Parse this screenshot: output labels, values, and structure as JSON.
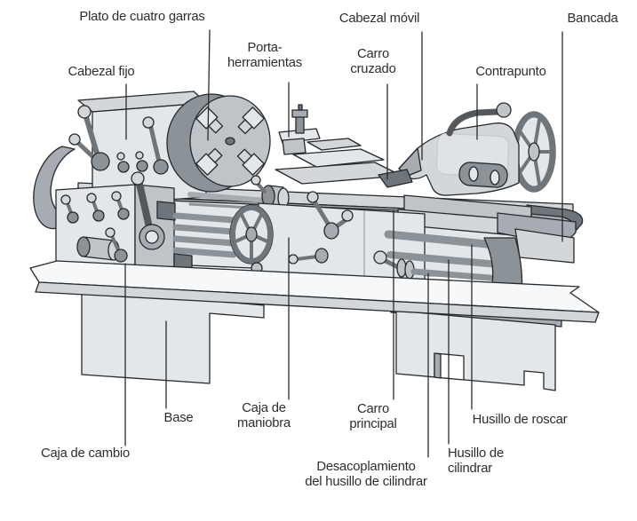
{
  "diagram": {
    "labels": {
      "plato_cuatro_garras": "Plato de cuatro garras",
      "cabezal_fijo": "Cabezal fijo",
      "portaherramientas": "Porta-\nherramientas",
      "cabezal_movil": "Cabezal móvil",
      "carro_cruzado": "Carro\ncruzado",
      "contrapunto": "Contrapunto",
      "bancada": "Bancada",
      "caja_de_cambio": "Caja de cambio",
      "base": "Base",
      "caja_de_maniobra": "Caja de\nmaniobra",
      "carro_principal": "Carro\nprincipal",
      "husillo_de_roscar": "Husillo de roscar",
      "husillo_de_cilindrar": "Husillo de\ncilindrar",
      "desacoplamiento_husillo": "Desacoplamiento\ndel husillo de cilindrar"
    },
    "colors": {
      "ink": "#26292c",
      "label_text": "#2d2d2d",
      "machine_lightest": "#f6f8f9",
      "machine_light": "#e4e7e9",
      "machine_mid": "#bfc4c8",
      "machine_dark": "#8b9298",
      "machine_darkest": "#53585d",
      "background": "#ffffff"
    }
  }
}
